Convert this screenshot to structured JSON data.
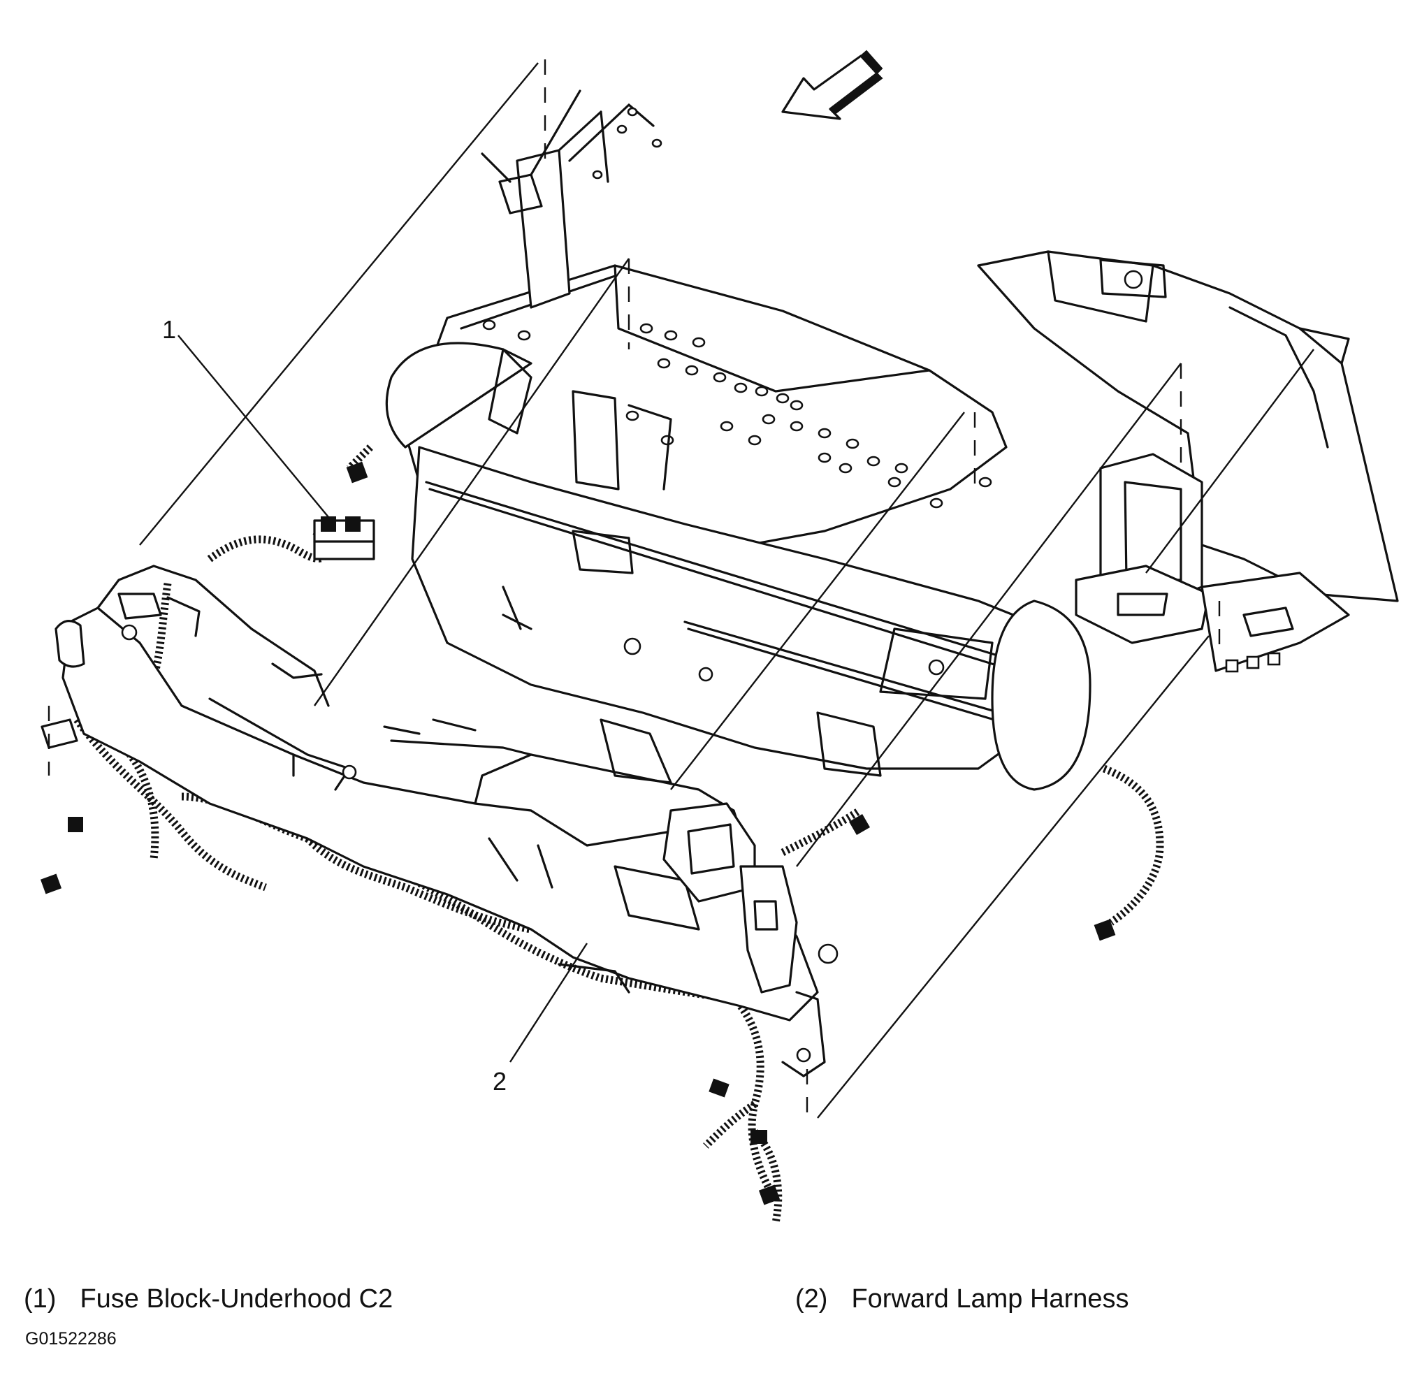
{
  "callouts": [
    {
      "number": "1",
      "label": "Fuse Block-Underhood C2",
      "legend_number": "(1)"
    },
    {
      "number": "2",
      "label": "Forward Lamp Harness",
      "legend_number": "(2)"
    }
  ],
  "figure_id": "G01522286",
  "colors": {
    "ink": "#111111",
    "paper": "#ffffff"
  },
  "icons": [
    "direction-arrow-icon"
  ]
}
